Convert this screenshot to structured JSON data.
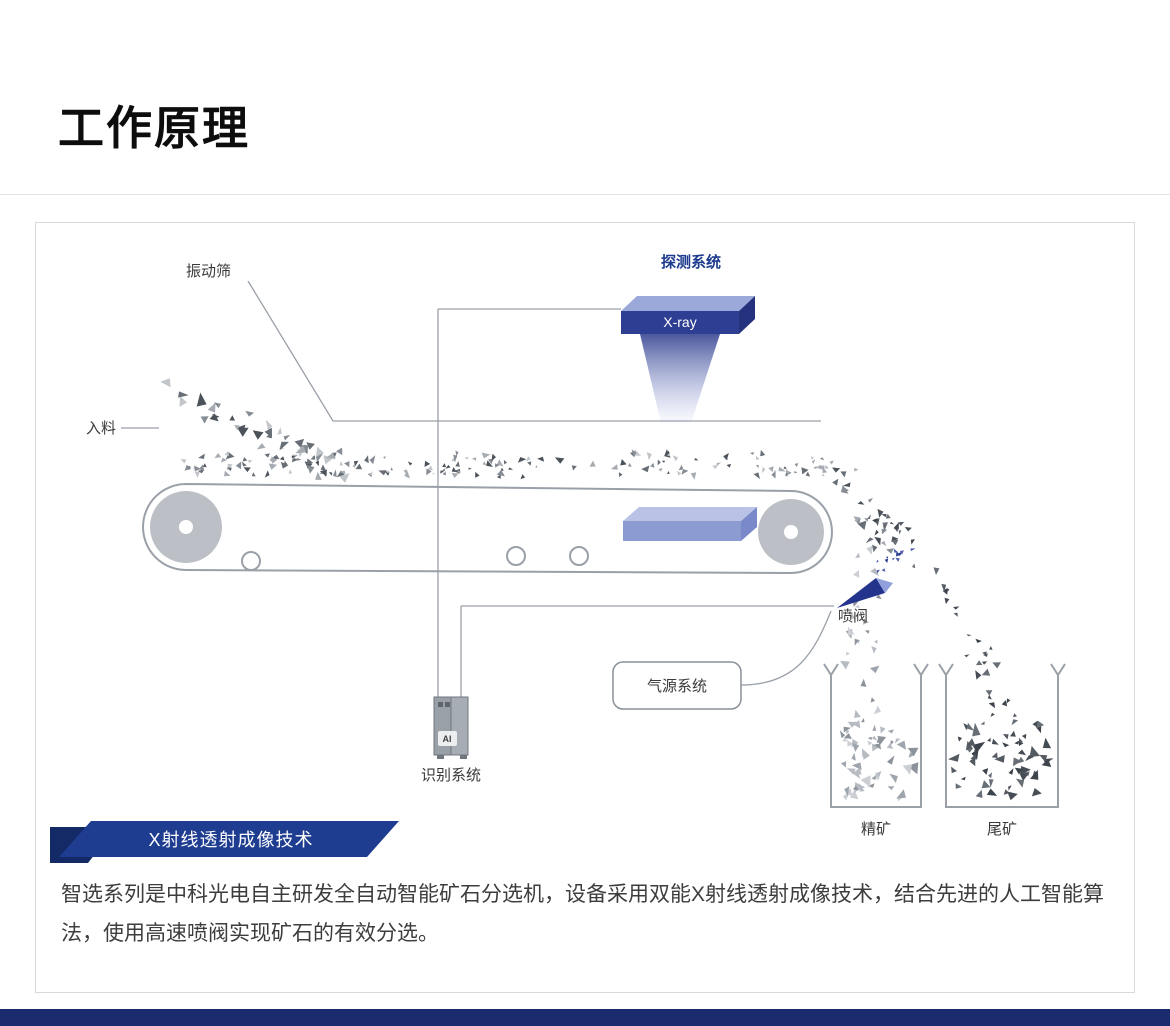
{
  "page": {
    "title": "工作原理"
  },
  "diagram": {
    "labels": {
      "vibrating_screen": "振动筛",
      "detection_system": "探测系统",
      "xray_source": "X-ray",
      "feed": "入料",
      "spray_valve": "喷阀",
      "air_supply": "气源系统",
      "ai_unit": "AI",
      "recognition_system": "识别系统",
      "concentrate_bin": "精矿",
      "tailings_bin": "尾矿"
    },
    "banner": "X射线透射成像技术"
  },
  "description": "智选系列是中科光电自主研发全自动智能矿石分选机，设备采用双能X射线透射成像技术，结合先进的人工智能算法，使用高速喷阀实现矿石的有效分选。",
  "colors": {
    "accent_blue": "#1e3d90",
    "label_blue": "#1c3b8e",
    "footer_blue": "#1b2c6e"
  }
}
